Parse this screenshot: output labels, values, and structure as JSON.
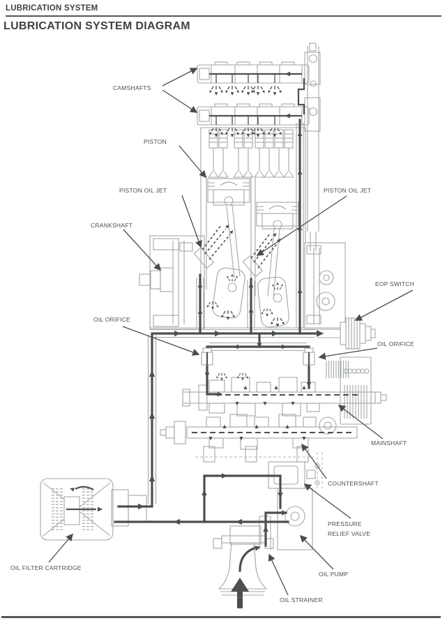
{
  "page": {
    "kicker": "LUBRICATION SYSTEM",
    "title": "LUBRICATION SYSTEM DIAGRAM"
  },
  "diagram": {
    "labels": {
      "camshafts": "CAMSHAFTS",
      "piston": "PISTON",
      "piston_oil_jet_left": "PISTON OIL JET",
      "piston_oil_jet_right": "PISTON OIL JET",
      "crankshaft": "CRANKSHAFT",
      "eop_switch": "EOP SWITCH",
      "oil_orifice_left": "OIL ORIFICE",
      "oil_orifice_right": "OIL ORIFICE",
      "mainshaft": "MAINSHAFT",
      "countershaft": "COUNTERSHAFT",
      "pressure_relief_valve": "PRESSURE\nRELIEF VALVE",
      "oil_pump": "OIL PUMP",
      "oil_strainer": "OIL STRAINER",
      "oil_filter_cartridge": "OIL FILTER CARTRIDGE"
    },
    "colors": {
      "engine_linework": "#a2a6a8",
      "oil_flow_line": "#4c4f51",
      "label_text": "#4a4c4e",
      "rule": "#54565a",
      "background": "#ffffff"
    }
  }
}
